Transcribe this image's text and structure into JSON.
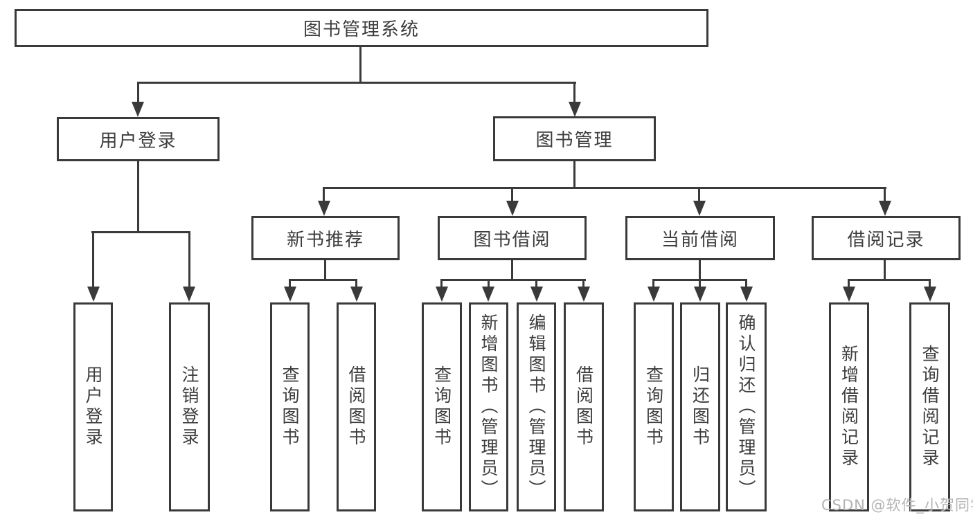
{
  "diagram": {
    "root": {
      "id": "library-management-system",
      "label": "图书管理系统"
    },
    "level1": [
      {
        "id": "user-login",
        "label": "用户登录",
        "parent": "library-management-system"
      },
      {
        "id": "book-management",
        "label": "图书管理",
        "parent": "library-management-system"
      }
    ],
    "level2": [
      {
        "id": "new-book-recommend",
        "label": "新书推荐",
        "parent": "book-management"
      },
      {
        "id": "book-borrow",
        "label": "图书借阅",
        "parent": "book-management"
      },
      {
        "id": "current-borrow",
        "label": "当前借阅",
        "parent": "book-management"
      },
      {
        "id": "borrow-records",
        "label": "借阅记录",
        "parent": "book-management"
      }
    ],
    "leaves": [
      {
        "id": "leaf-user-login",
        "label": "用户登录",
        "parent": "user-login"
      },
      {
        "id": "leaf-logout",
        "label": "注销登录",
        "parent": "user-login"
      },
      {
        "id": "leaf-recommend-search-book",
        "label": "查询图书",
        "parent": "new-book-recommend"
      },
      {
        "id": "leaf-recommend-borrow-book",
        "label": "借阅图书",
        "parent": "new-book-recommend"
      },
      {
        "id": "leaf-borrow-search-book",
        "label": "查询图书",
        "parent": "book-borrow"
      },
      {
        "id": "leaf-borrow-add-book",
        "label": "新增图书（管理员）",
        "parent": "book-borrow"
      },
      {
        "id": "leaf-borrow-edit-book",
        "label": "编辑图书（管理员）",
        "parent": "book-borrow"
      },
      {
        "id": "leaf-borrow-borrow-book",
        "label": "借阅图书",
        "parent": "book-borrow"
      },
      {
        "id": "leaf-current-search-book",
        "label": "查询图书",
        "parent": "current-borrow"
      },
      {
        "id": "leaf-current-return-book",
        "label": "归还图书",
        "parent": "current-borrow"
      },
      {
        "id": "leaf-current-confirm-return",
        "label": "确认归还（管理员）",
        "parent": "current-borrow"
      },
      {
        "id": "leaf-records-add-record",
        "label": "新增借阅记录",
        "parent": "borrow-records"
      },
      {
        "id": "leaf-records-search-record",
        "label": "查询借阅记录",
        "parent": "borrow-records"
      }
    ]
  },
  "watermark": {
    "text": "CSDN @软件_小贺同学"
  },
  "colors": {
    "stroke": "#3a3a3a",
    "text": "#3d3d3d",
    "watermark": "#b3b3b3",
    "background": "#ffffff"
  }
}
